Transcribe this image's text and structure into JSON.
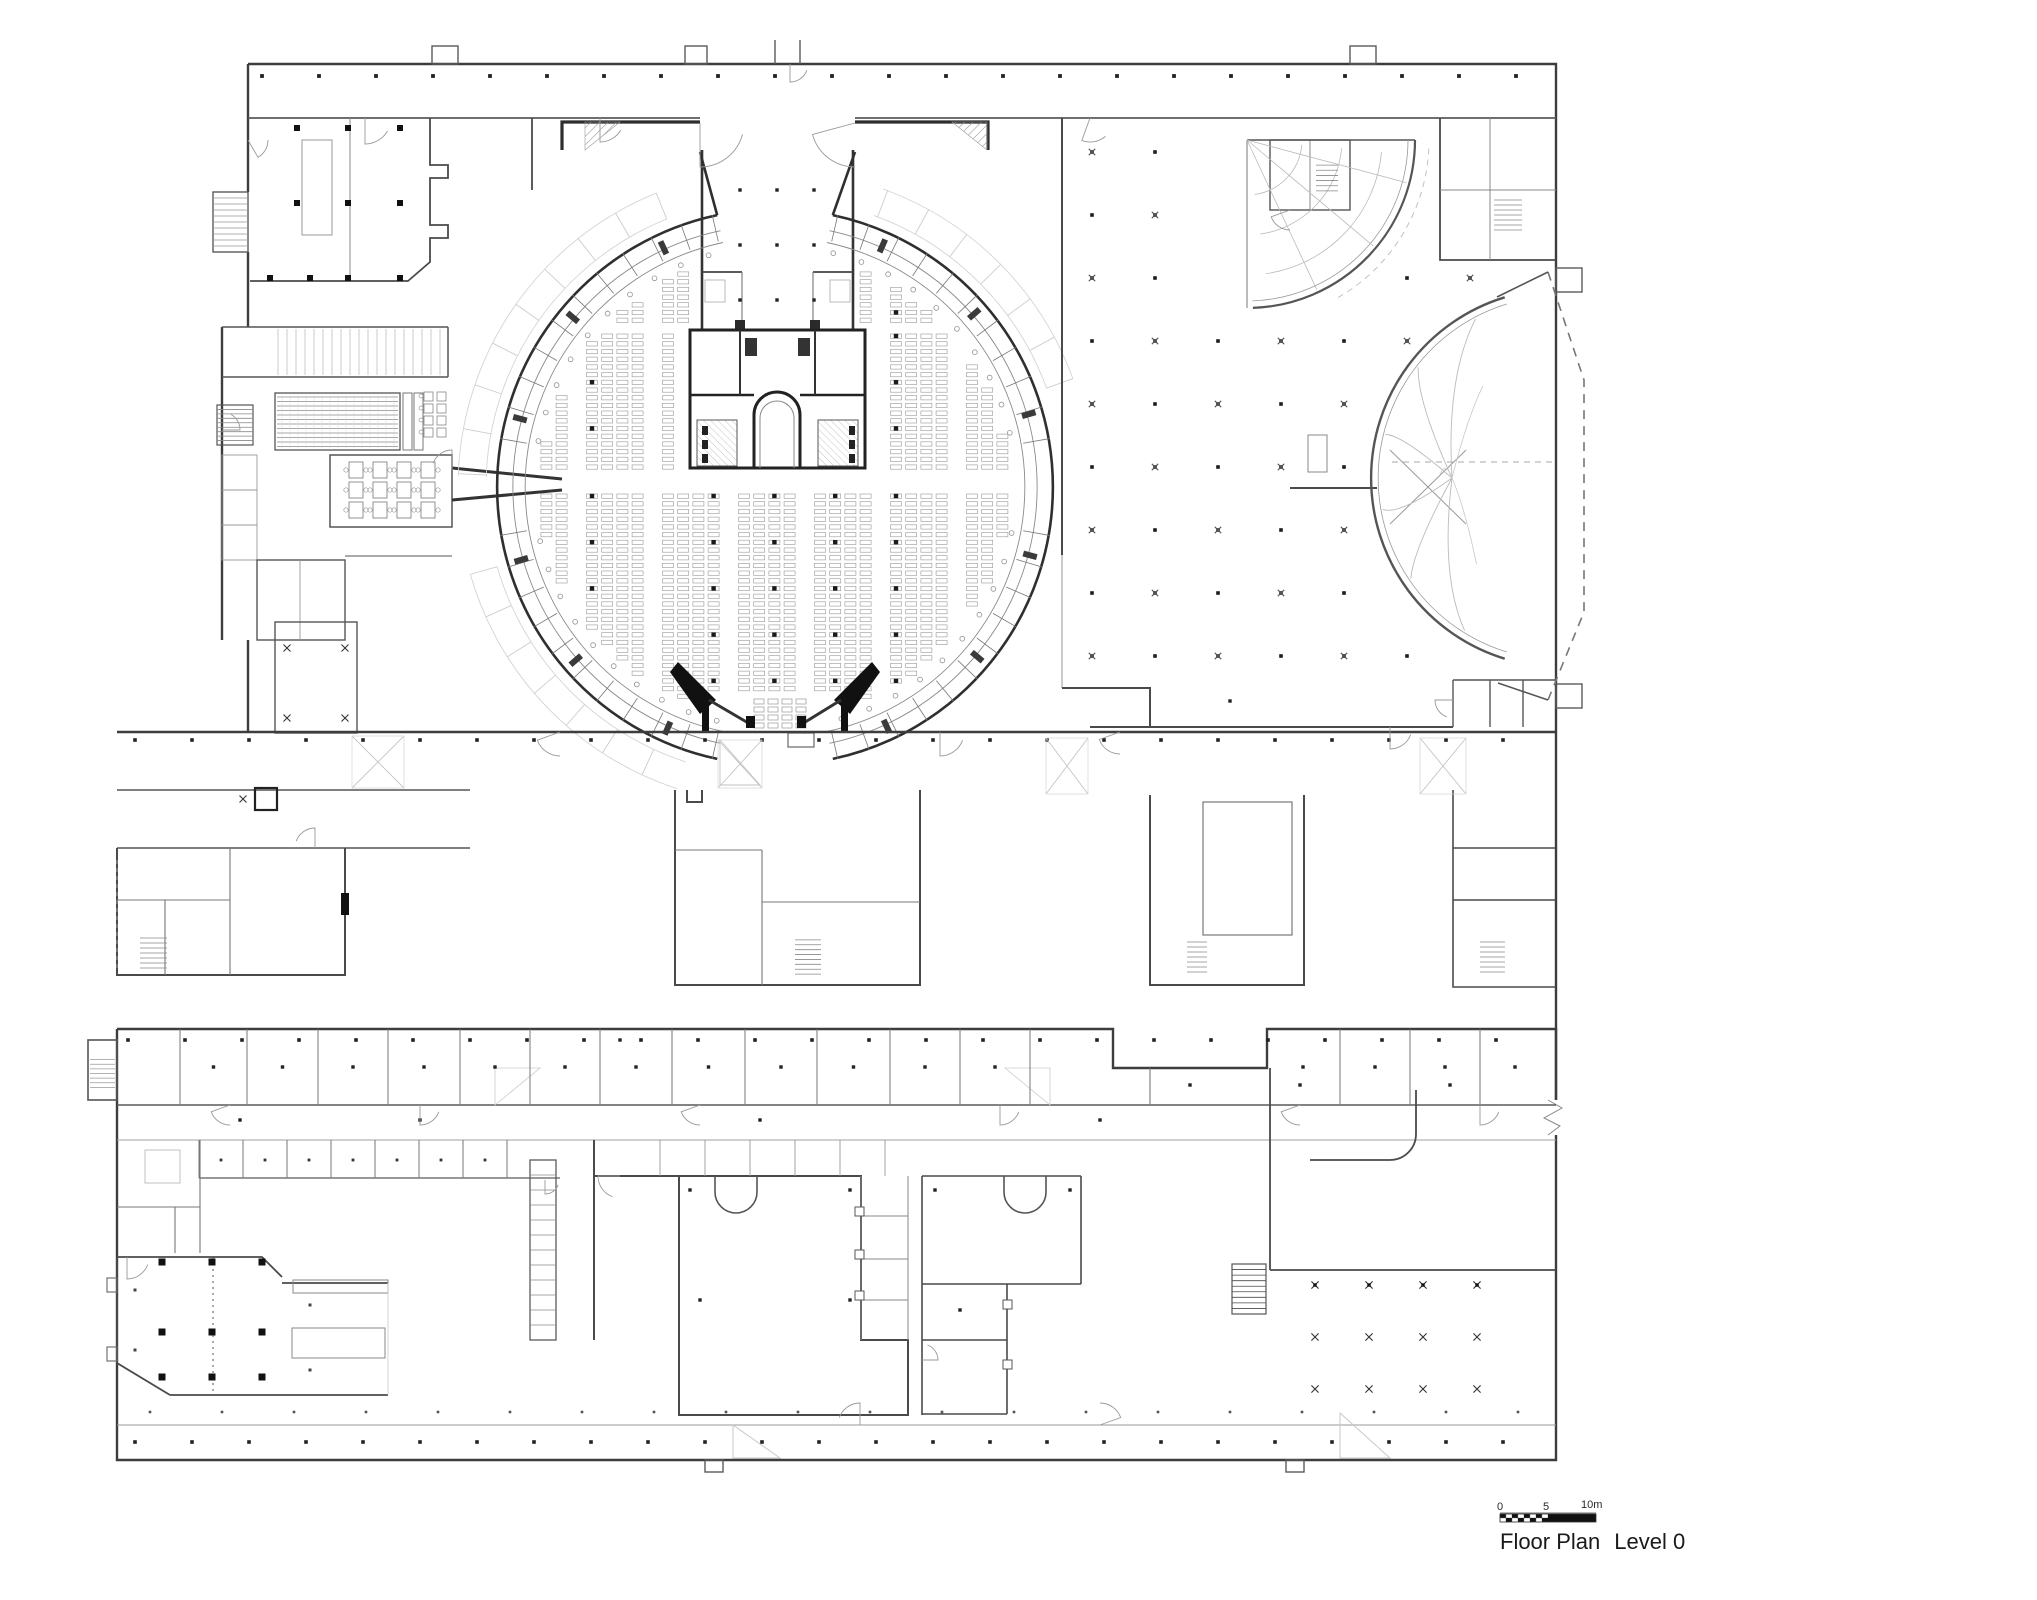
{
  "title_block": {
    "drawing_title": "Floor Plan",
    "level_label": "Level 0",
    "scale_ticks": [
      "0",
      "5",
      "10m"
    ]
  },
  "colors": {
    "ink": "#111111",
    "wall_dark": "#3d3d3d",
    "wall_mid": "#707070",
    "wall_light": "#a8a8a8",
    "hairline": "#cccccc",
    "background": "#ffffff"
  }
}
